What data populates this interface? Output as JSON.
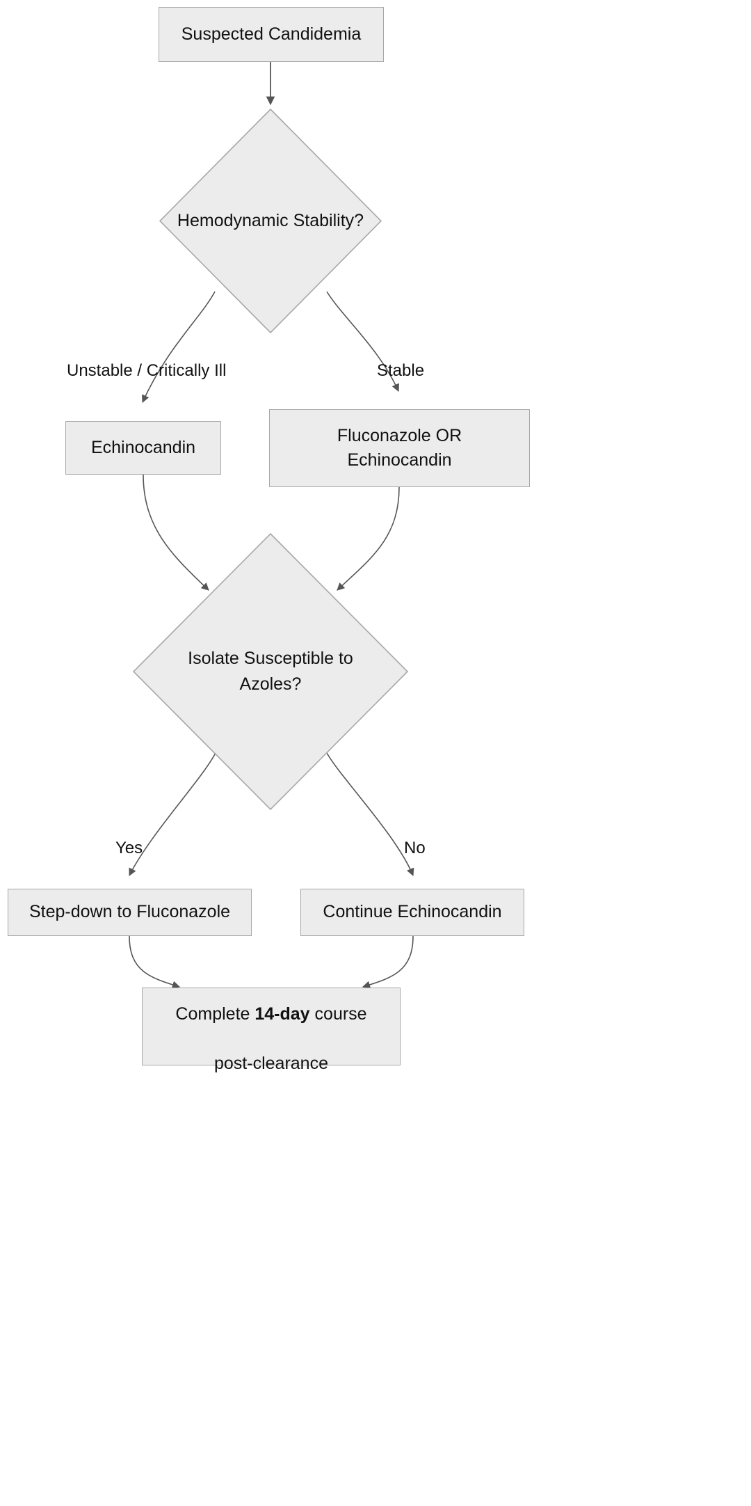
{
  "diagram": {
    "title": "Suspected Candidemia treatment decision flowchart",
    "colors": {
      "node_fill": "#ececec",
      "node_border": "#a8a8a8",
      "edge_stroke": "#555555",
      "text": "#111111",
      "background": "#ffffff"
    },
    "nodes": [
      {
        "id": "start",
        "shape": "rect",
        "text": "Suspected Candidemia"
      },
      {
        "id": "decision1",
        "shape": "diamond",
        "text": "Hemodynamic Stability?"
      },
      {
        "id": "echinocandin",
        "shape": "rect",
        "text": "Echinocandin"
      },
      {
        "id": "flu_or_echino",
        "shape": "rect",
        "text": "Fluconazole OR\nEchinocandin"
      },
      {
        "id": "decision2",
        "shape": "diamond",
        "text": "Isolate Susceptible to\nAzoles?"
      },
      {
        "id": "stepdown",
        "shape": "rect",
        "text": "Step-down to Fluconazole"
      },
      {
        "id": "continue",
        "shape": "rect",
        "text": "Continue Echinocandin"
      },
      {
        "id": "complete",
        "shape": "rect",
        "text_parts": [
          "Complete ",
          "14-day",
          " course\npost-clearance"
        ]
      }
    ],
    "edge_labels": [
      {
        "id": "unstable",
        "text": "Unstable / Critically Ill"
      },
      {
        "id": "stable",
        "text": "Stable"
      },
      {
        "id": "yes",
        "text": "Yes"
      },
      {
        "id": "no",
        "text": "No"
      }
    ],
    "final_text": {
      "prefix": "Complete ",
      "emphasis": "14-day",
      "suffix": " course",
      "line2": "post-clearance"
    }
  }
}
